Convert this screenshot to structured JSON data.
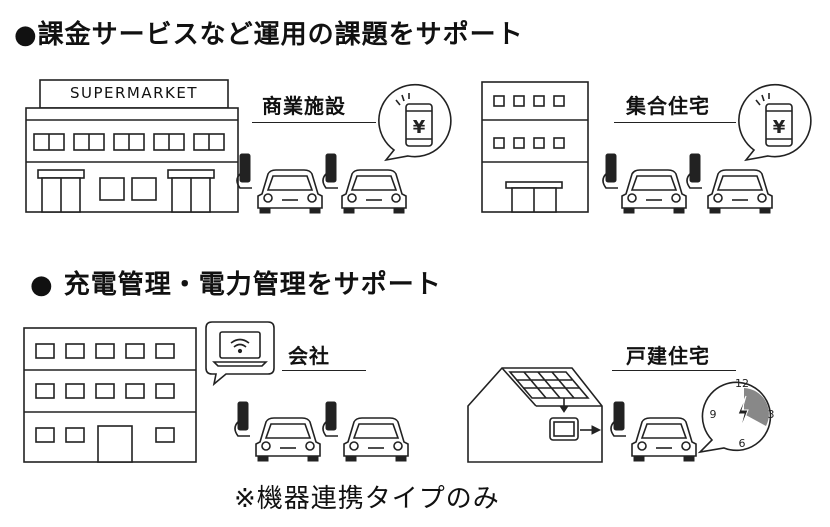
{
  "section1": {
    "heading": "●課金サービスなど運用の課題をサポート",
    "supermarket_sign": "SUPERMARKET",
    "commercial_label": "商業施設",
    "apartment_label": "集合住宅",
    "yen_symbol": "¥"
  },
  "section2": {
    "heading": "● 充電管理・電力管理をサポート",
    "office_label": "会社",
    "house_label": "戸建住宅",
    "clock_numbers": [
      "12",
      "3",
      "6",
      "9"
    ]
  },
  "footnote": "※機器連携タイプのみ",
  "icons": [
    "store-icon",
    "ev-charger-icon",
    "car-icon",
    "smartphone-icon",
    "apartment-icon",
    "office-building-icon",
    "laptop-wifi-icon",
    "house-solar-icon",
    "clock-icon"
  ]
}
